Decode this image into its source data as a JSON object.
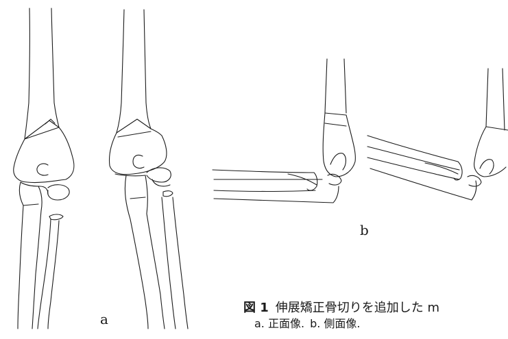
{
  "panels": {
    "a_label": "a",
    "b_label": "b"
  },
  "caption": {
    "figure_number": "図 1",
    "title": "伸展矯正骨切りを追加した m",
    "sub_a": "a. 正面像.",
    "sub_b": "b. 側面像."
  }
}
